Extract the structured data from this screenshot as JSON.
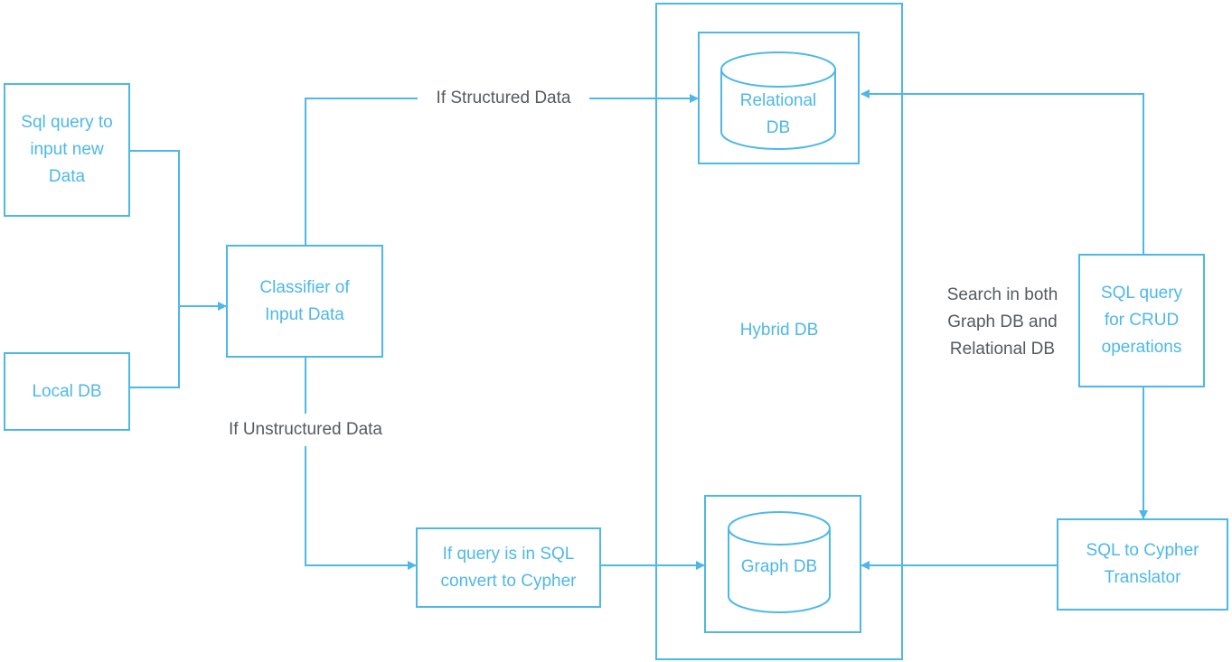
{
  "colors": {
    "accent": "#4db8e8",
    "text_dark": "#555a5f"
  },
  "nodes": {
    "sql_query_input": "Sql query to\ninput new\nData",
    "local_db": "Local DB",
    "classifier": "Classifier of\nInput Data",
    "convert_to_cypher": "If query is in SQL\nconvert to Cypher",
    "hybrid_db": "Hybrid DB",
    "relational_db": "Relational\nDB",
    "graph_db": "Graph DB",
    "sql_crud": "SQL query\nfor CRUD\noperations",
    "translator": "SQL to Cypher\nTranslator"
  },
  "edges": {
    "structured": "If Structured Data",
    "unstructured": "If Unstructured Data",
    "search_both": "Search in both\nGraph DB and\nRelational DB"
  }
}
